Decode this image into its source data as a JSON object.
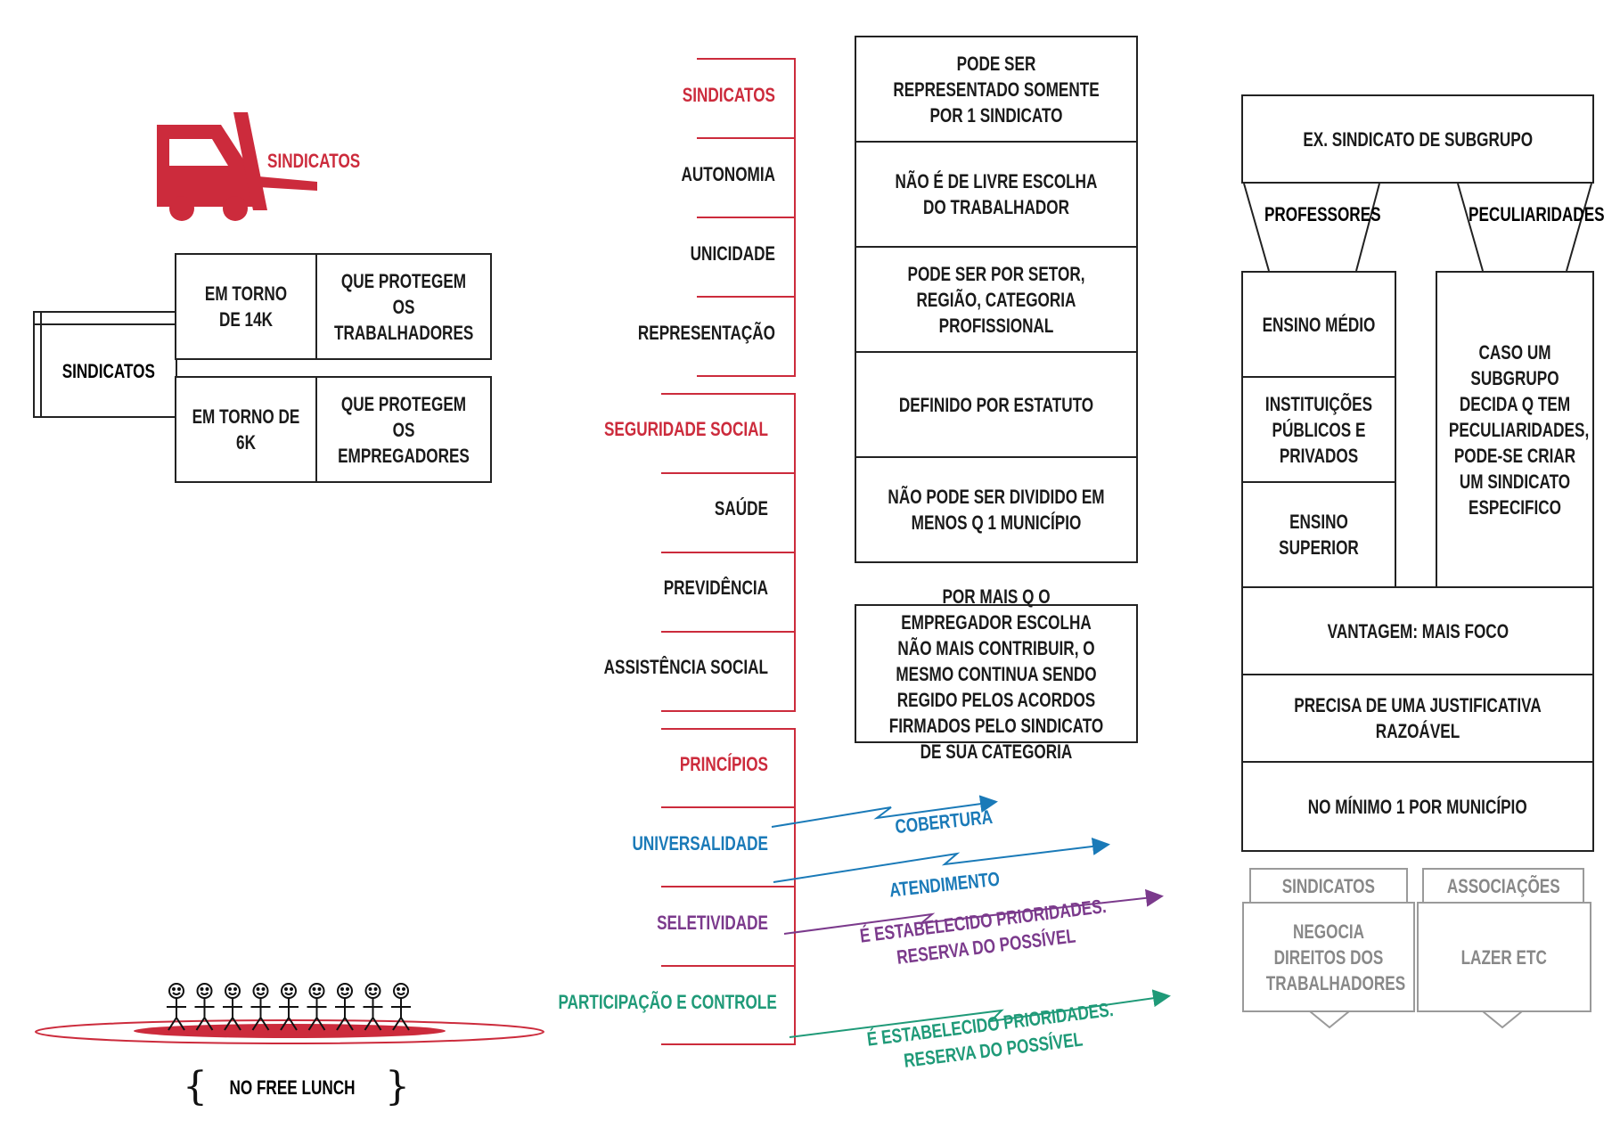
{
  "left": {
    "truck_label": "SINDICATOS",
    "table_title": "SINDICATOS",
    "rows": [
      {
        "size": "EM TORNO DE 14K",
        "who": "QUE PROTEGEM OS TRABALHADORES"
      },
      {
        "size": "EM TORNO DE 6K",
        "who": "QUE PROTEGEM OS EMPREGADORES"
      }
    ],
    "footer": "NO FREE LUNCH",
    "people_count": 9
  },
  "middle": {
    "groups": [
      {
        "title": "SINDICATOS",
        "items": [
          "AUTONOMIA",
          "UNICIDADE",
          "REPRESENTAÇÃO"
        ]
      },
      {
        "title": "SEGURIDADE SOCIAL",
        "items": [
          "SAÚDE",
          "PREVIDÊNCIA",
          "ASSISTÊNCIA SOCIAL"
        ]
      },
      {
        "title": "PRINCÍPIOS",
        "items": [
          "UNIVERSALIDADE",
          "SELETIVIDADE",
          "PARTICIPAÇÃO E CONTROLE"
        ]
      }
    ],
    "arrows": {
      "cobertura": "COBERTURA",
      "atendimento": "ATENDIMENTO",
      "seletividade_note": "É ESTABELECIDO PRIORIDADES. RESERVA DO POSSÍVEL",
      "participacao_note": "É ESTABELECIDO PRIORIDADES. RESERVA DO POSSÍVEL"
    }
  },
  "rules": {
    "cells": [
      "PODE SER REPRESENTADO SOMENTE POR 1 SINDICATO",
      "NÃO É DE LIVRE ESCOLHA DO TRABALHADOR",
      "PODE SER POR SETOR, REGIÃO, CATEGORIA PROFISSIONAL",
      "DEFINIDO POR ESTATUTO",
      "NÃO PODE SER DIVIDIDO EM MENOS Q 1 MUNICÍPIO"
    ],
    "note": "POR MAIS Q O EMPREGADOR ESCOLHA NÃO MAIS CONTRIBUIR, O MESMO CONTINUA SENDO REGIDO PELOS ACORDOS FIRMADOS PELO SINDICATO DE SUA CATEGORIA"
  },
  "right": {
    "header": "EX. SINDICATO DE SUBGRUPO",
    "left_tab": "PROFESSORES",
    "right_tab": "PECULIARIDADES",
    "left_cells": [
      "ENSINO MÉDIO",
      "INSTITUIÇÕES PÚBLICOS E PRIVADOS",
      "ENSINO SUPERIOR"
    ],
    "right_cell": "CASO UM SUBGRUPO DECIDA Q TEM PECULIARIDADES, PODE-SE CRIAR UM SINDICATO ESPECIFICO",
    "bottom_cells": [
      "VANTAGEM: MAIS FOCO",
      "PRECISA DE UMA JUSTIFICATIVA RAZOÁVEL",
      "NO MÍNIMO 1 POR MUNICÍPIO"
    ],
    "compare": [
      {
        "tab": "SINDICATOS",
        "body": "NEGOCIA DIREITOS DOS TRABALHADORES"
      },
      {
        "tab": "ASSOCIAÇÕES",
        "body": "LAZER ETC"
      }
    ]
  },
  "colors": {
    "red": "#cc2b3c",
    "blue": "#1a7ab8",
    "purple": "#7b3a8c",
    "green": "#1f9a78",
    "gray": "#9a9a9a"
  }
}
